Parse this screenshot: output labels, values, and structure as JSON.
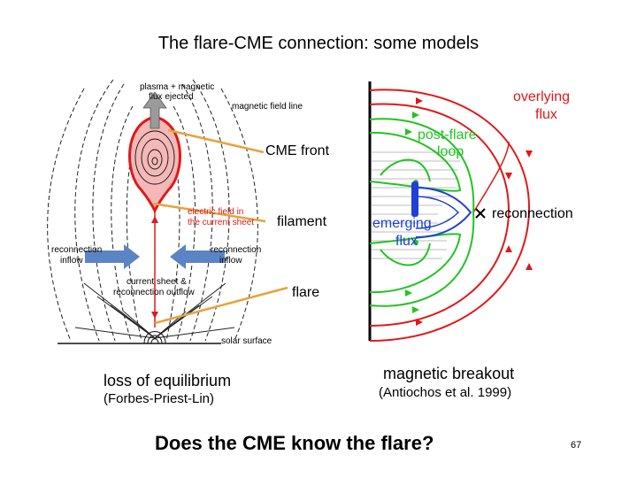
{
  "slide": {
    "title": "The flare-CME connection: some models",
    "question": "Does the CME know the flare?",
    "page_number": "67"
  },
  "left_model": {
    "name": "loss of equilibrium",
    "authors": "(Forbes-Priest-Lin)",
    "labels": {
      "ejected": "plasma + magnetic flux ejected",
      "ejected_line1": "plasma + magnetic",
      "ejected_line2": "flux ejected",
      "field_line": "magnetic field line",
      "electric_field_1": "electric field in",
      "electric_field_2": "the current sheet",
      "inflow_left_1": "reconnection",
      "inflow_left_2": "inflow",
      "inflow_right_1": "reconnection",
      "inflow_right_2": "inflow",
      "outflow_1": "current sheet &",
      "outflow_2": "reconnection outflow",
      "surface": "solar surface"
    }
  },
  "right_model": {
    "name": "magnetic breakout",
    "authors": "(Antiochos et al. 1999)",
    "labels": {
      "overlying_1": "overlying",
      "overlying_2": "flux",
      "post_flare_1": "post-flare",
      "post_flare_2": "loop",
      "emerging_1": "emerging",
      "emerging_2": "flux",
      "reconnection": "reconnection"
    }
  },
  "callouts": {
    "cme_front": "CME front",
    "filament": "filament",
    "flare": "flare"
  },
  "colors": {
    "callout_line": "#e8a33a",
    "red": "#e01818",
    "green": "#22c422",
    "arrow_blue": "#5b84c4",
    "blue_flux": "#1f3fd8"
  }
}
